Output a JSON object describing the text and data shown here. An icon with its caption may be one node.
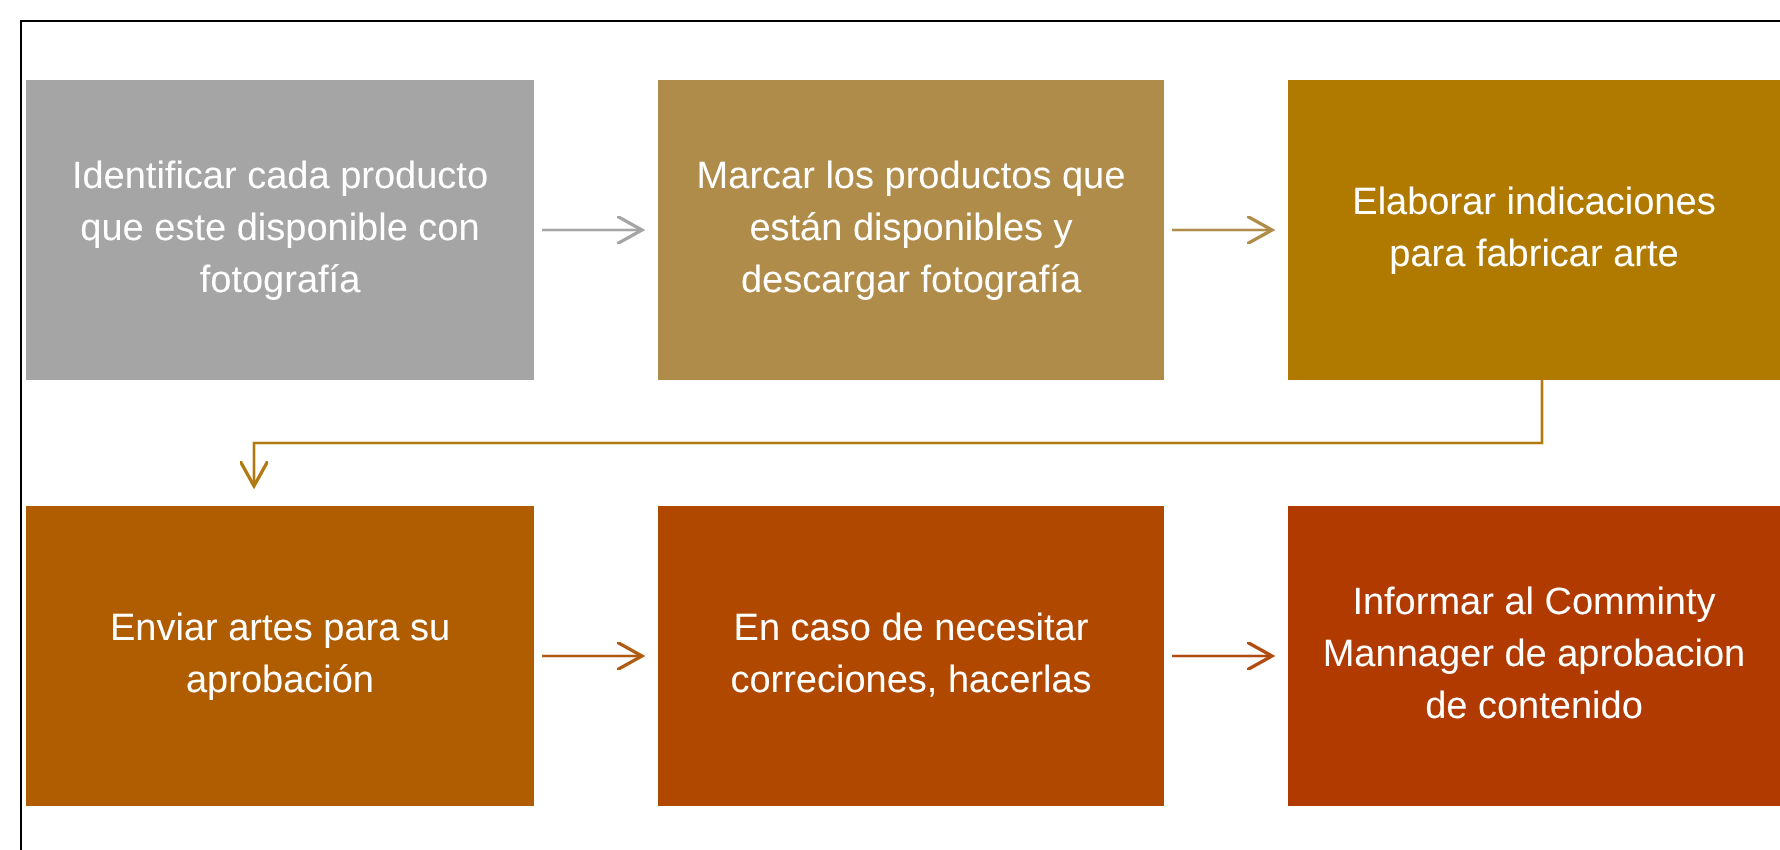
{
  "diagram": {
    "nodes": [
      {
        "text": [
          "Identificar cada producto que este disponible con fotografía"
        ]
      },
      {
        "text": [
          "Marcar los productos que están disponibles y descargar fotografía"
        ]
      },
      {
        "text": [
          "Elaborar indicaciones para fabricar arte"
        ]
      },
      {
        "text": [
          "Enviar artes para su aprobación"
        ]
      },
      {
        "text": [
          "En caso de necesitar correciones, hacerlas"
        ]
      },
      {
        "text": [
          "Informar al Comminty Mannager de aprobacion de contenido"
        ]
      }
    ],
    "edges": [
      {
        "from": 0,
        "to": 1,
        "arrow": "to",
        "color": "#a5a5a5"
      },
      {
        "from": 1,
        "to": 2,
        "arrow": "to",
        "color": "#b08c4a"
      },
      {
        "from": 2,
        "to": 3,
        "arrow": "to",
        "color": "#b07a10"
      },
      {
        "from": 3,
        "to": 4,
        "arrow": "to",
        "color": "#b05a10"
      },
      {
        "from": 4,
        "to": 5,
        "arrow": "to",
        "color": "#b04a10"
      }
    ]
  }
}
